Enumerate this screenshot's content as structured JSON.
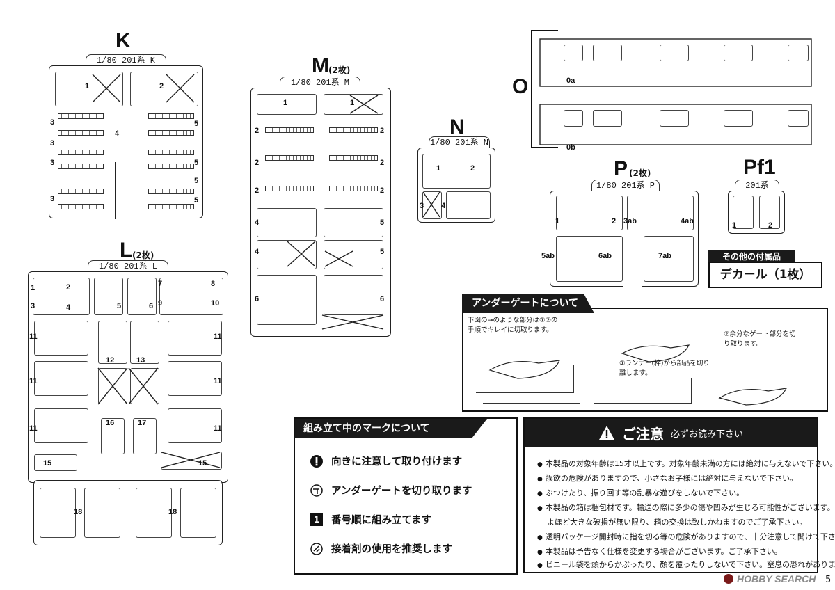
{
  "sprues": {
    "K": {
      "letter": "K",
      "title": "1/80 201系 K",
      "parts": [
        "1",
        "2",
        "3",
        "3",
        "3",
        "3",
        "4",
        "5",
        "5",
        "5",
        "5"
      ]
    },
    "L": {
      "letter": "L",
      "count": "(2枚)",
      "title": "1/80 201系 L",
      "parts": [
        "1",
        "2",
        "3",
        "4",
        "5",
        "6",
        "7",
        "8",
        "9",
        "10",
        "11",
        "11",
        "11",
        "11",
        "11",
        "11",
        "12",
        "13",
        "15",
        "15",
        "16",
        "17",
        "18",
        "18"
      ]
    },
    "M": {
      "letter": "M",
      "count": "(2枚)",
      "title": "1/80 201系 M",
      "parts": [
        "1",
        "1",
        "2",
        "2",
        "2",
        "2",
        "2",
        "2",
        "4",
        "4",
        "5",
        "5",
        "6",
        "6"
      ]
    },
    "N": {
      "letter": "N",
      "title": "1/80 201系 N",
      "parts": [
        "1",
        "2",
        "3",
        "4"
      ]
    },
    "O": {
      "letter": "O",
      "parts": [
        "0a",
        "0b"
      ]
    },
    "P": {
      "letter": "P",
      "count": "(2枚)",
      "title": "1/80 201系 P",
      "parts": [
        "1",
        "2",
        "3ab",
        "4ab",
        "5ab",
        "6ab",
        "7ab"
      ]
    },
    "Pf1": {
      "letter": "Pf1",
      "title": "201系 Pf1",
      "parts": [
        "1",
        "2"
      ]
    }
  },
  "accessories": {
    "label": "その他の付属品",
    "item": "デカール（1枚）"
  },
  "undergate": {
    "title": "アンダーゲートについて",
    "step0": "下図の→のような部分は①②の手順でキレイに切取ります。",
    "step1": "①ランナー(枠)から部品を切り離します。",
    "step2": "②余分なゲート部分を切り取ります。"
  },
  "marks": {
    "title": "組み立て中のマークについて",
    "items": [
      {
        "icon": "exclamation-icon",
        "text": "向きに注意して取り付けます"
      },
      {
        "icon": "undergate-icon",
        "text": "アンダーゲートを切り取ります"
      },
      {
        "icon": "number-box-icon",
        "icon_text": "1",
        "text": "番号順に組み立てます"
      },
      {
        "icon": "glue-icon",
        "text": "接着剤の使用を推奨します"
      }
    ]
  },
  "caution": {
    "title": "ご注意",
    "subtitle": "必ずお読み下さい",
    "lines": [
      "本製品の対象年齢は15才以上です。対象年齢未満の方には絶対に与えないで下さい。",
      "誤飲の危険がありますので、小さなお子様には絶対に与えないで下さい。",
      "ぶつけたり、振り回す等の乱暴な遊びをしないで下さい。",
      "本製品の箱は梱包材です。輸送の際に多少の傷や凹みが生じる可能性がございます。",
      "よほど大きな破損が無い限り、箱の交換は致しかねますのでご了承下さい。",
      "透明パッケージ開封時に指を切る等の危険がありますので、十分注意して開けて下さい。",
      "本製品は予告なく仕様を変更する場合がございます。ご了承下さい。",
      "ビニール袋を頭からかぶったり、顔を覆ったりしないで下さい。窒息の恐れがあります。"
    ]
  },
  "footer": {
    "watermark": "HOBBY SEARCH",
    "page": "5"
  }
}
